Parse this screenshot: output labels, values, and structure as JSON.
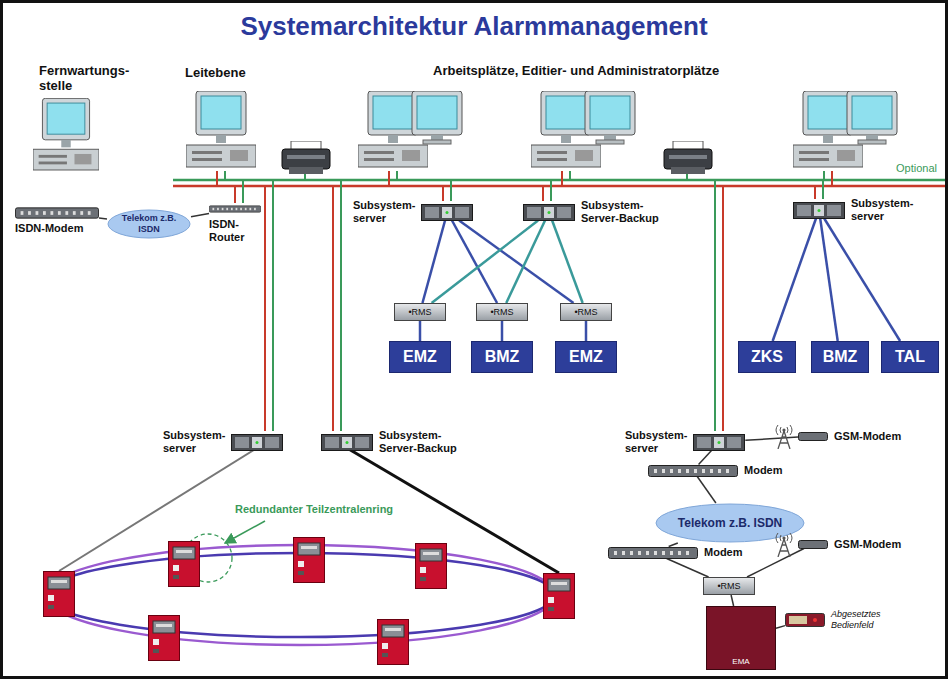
{
  "diagram": {
    "title": "Systemarchitektur Alarmmanagement",
    "nodes": [
      {
        "text": [
          "Fernwartungs- stelle"
        ]
      },
      {
        "text": [
          "ISDN-Modem"
        ]
      },
      {
        "text": [
          "Telekom z.B. ISDN"
        ]
      },
      {
        "text": [
          "ISDN- Router"
        ]
      },
      {
        "text": [
          "Leitebene"
        ]
      },
      {
        "text": [
          "Subsystem- server"
        ]
      },
      {
        "text": [
          "Subsystem- Server-Backup"
        ]
      },
      {
        "text": [
          "•RMS"
        ]
      },
      {
        "text": [
          "•RMS"
        ]
      },
      {
        "text": [
          "•RMS"
        ]
      },
      {
        "text": [
          "EMZ"
        ]
      },
      {
        "text": [
          "BMZ"
        ]
      },
      {
        "text": [
          "EMZ"
        ]
      },
      {
        "text": [
          "Subsystem- server"
        ]
      },
      {
        "text": [
          "ZKS"
        ]
      },
      {
        "text": [
          "BMZ"
        ]
      },
      {
        "text": [
          "TAL"
        ]
      },
      {
        "text": [
          "Subsystem- server"
        ]
      },
      {
        "text": [
          "Subsystem- Server-Backup"
        ]
      },
      {
        "text": [
          "Subsystem- server"
        ]
      },
      {
        "text": [
          "GSM-Modem"
        ]
      },
      {
        "text": [
          "Modem"
        ]
      },
      {
        "text": [
          "Telekom z.B. ISDN"
        ]
      },
      {
        "text": [
          "Modem"
        ]
      },
      {
        "text": [
          "GSM-Modem"
        ]
      },
      {
        "text": [
          "•RMS"
        ]
      },
      {
        "text": [
          "EMA"
        ]
      },
      {
        "text": [
          "Abgesetztes Bedienfeld"
        ]
      }
    ],
    "edges": [
      {
        "from": 1,
        "to": 2,
        "arrow": "none"
      },
      {
        "from": 2,
        "to": 3,
        "arrow": "none"
      },
      {
        "from": 5,
        "to": 7,
        "arrow": "none"
      },
      {
        "from": 5,
        "to": 8,
        "arrow": "none"
      },
      {
        "from": 5,
        "to": 9,
        "arrow": "none"
      },
      {
        "from": 6,
        "to": 7,
        "arrow": "none"
      },
      {
        "from": 6,
        "to": 8,
        "arrow": "none"
      },
      {
        "from": 6,
        "to": 9,
        "arrow": "none"
      },
      {
        "from": 7,
        "to": 10,
        "arrow": "none"
      },
      {
        "from": 8,
        "to": 11,
        "arrow": "none"
      },
      {
        "from": 9,
        "to": 12,
        "arrow": "none"
      },
      {
        "from": 13,
        "to": 14,
        "arrow": "none"
      },
      {
        "from": 13,
        "to": 15,
        "arrow": "none"
      },
      {
        "from": 13,
        "to": 16,
        "arrow": "none"
      },
      {
        "from": 19,
        "to": 20,
        "arrow": "none"
      },
      {
        "from": 19,
        "to": 21,
        "arrow": "none"
      },
      {
        "from": 21,
        "to": 22,
        "arrow": "none"
      },
      {
        "from": 22,
        "to": 23,
        "arrow": "none"
      },
      {
        "from": 23,
        "to": 25,
        "arrow": "none"
      },
      {
        "from": 24,
        "to": 25,
        "arrow": "none"
      },
      {
        "from": 25,
        "to": 26,
        "arrow": "none"
      },
      {
        "from": 26,
        "to": 27,
        "arrow": "none"
      }
    ],
    "labels": [
      "Arbeitsplätze, Editier- und Administratorplätze",
      "Optional",
      "Redundanter Teilzentralenring"
    ]
  }
}
